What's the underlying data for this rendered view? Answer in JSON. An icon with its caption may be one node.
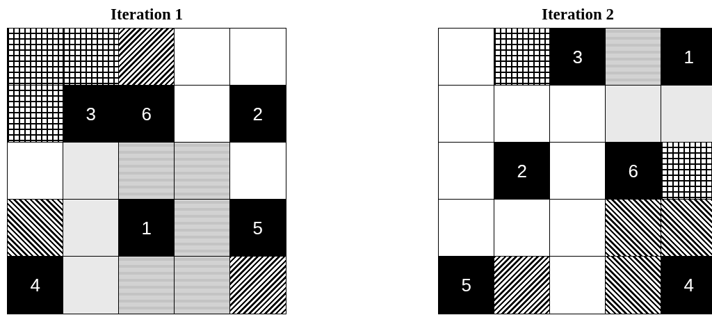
{
  "diagram": {
    "nodes": [
      {
        "text": [
          "Iteration 1"
        ]
      },
      {
        "text": [],
        "shape": "box",
        "in": 0
      },
      {
        "text": [],
        "shape": "box",
        "in": 0
      },
      {
        "text": [],
        "shape": "box",
        "in": 0
      },
      {
        "text": [],
        "shape": "box",
        "in": 0
      },
      {
        "text": [],
        "shape": "box",
        "in": 0
      },
      {
        "text": [],
        "shape": "box",
        "in": 0
      },
      {
        "text": [
          "3"
        ],
        "in": 0
      },
      {
        "text": [
          "6"
        ],
        "in": 0
      },
      {
        "text": [],
        "shape": "box",
        "in": 0
      },
      {
        "text": [
          "2"
        ],
        "in": 0
      },
      {
        "text": [],
        "shape": "box",
        "in": 0
      },
      {
        "text": [],
        "shape": "box",
        "in": 0
      },
      {
        "text": [],
        "shape": "box",
        "in": 0
      },
      {
        "text": [],
        "shape": "box",
        "in": 0
      },
      {
        "text": [],
        "shape": "box",
        "in": 0
      },
      {
        "text": [],
        "shape": "box",
        "in": 0
      },
      {
        "text": [],
        "shape": "box",
        "in": 0
      },
      {
        "text": [
          "1"
        ],
        "in": 0
      },
      {
        "text": [],
        "shape": "box",
        "in": 0
      },
      {
        "text": [
          "5"
        ],
        "in": 0
      },
      {
        "text": [
          "4"
        ],
        "in": 0
      },
      {
        "text": [],
        "shape": "box",
        "in": 0
      },
      {
        "text": [],
        "shape": "box",
        "in": 0
      },
      {
        "text": [],
        "shape": "box",
        "in": 0
      },
      {
        "text": [],
        "shape": "box",
        "in": 0
      },
      {
        "text": [
          "Iteration 2"
        ]
      },
      {
        "text": [],
        "shape": "box",
        "in": 26
      },
      {
        "text": [],
        "shape": "box",
        "in": 26
      },
      {
        "text": [
          "3"
        ],
        "in": 26
      },
      {
        "text": [],
        "shape": "box",
        "in": 26
      },
      {
        "text": [
          "1"
        ],
        "in": 26
      },
      {
        "text": [],
        "shape": "box",
        "in": 26
      },
      {
        "text": [],
        "shape": "box",
        "in": 26
      },
      {
        "text": [],
        "shape": "box",
        "in": 26
      },
      {
        "text": [],
        "shape": "box",
        "in": 26
      },
      {
        "text": [],
        "shape": "box",
        "in": 26
      },
      {
        "text": [],
        "shape": "box",
        "in": 26
      },
      {
        "text": [
          "2"
        ],
        "in": 26
      },
      {
        "text": [],
        "shape": "box",
        "in": 26
      },
      {
        "text": [
          "6"
        ],
        "in": 26
      },
      {
        "text": [],
        "shape": "box",
        "in": 26
      },
      {
        "text": [],
        "shape": "box",
        "in": 26
      },
      {
        "text": [],
        "shape": "box",
        "in": 26
      },
      {
        "text": [],
        "shape": "box",
        "in": 26
      },
      {
        "text": [],
        "shape": "box",
        "in": 26
      },
      {
        "text": [],
        "shape": "box",
        "in": 26
      },
      {
        "text": [
          "5"
        ],
        "in": 26
      },
      {
        "text": [],
        "shape": "box",
        "in": 26
      },
      {
        "text": [],
        "shape": "box",
        "in": 26
      },
      {
        "text": [],
        "shape": "box",
        "in": 26
      },
      {
        "text": [
          "4"
        ],
        "in": 26
      }
    ]
  }
}
